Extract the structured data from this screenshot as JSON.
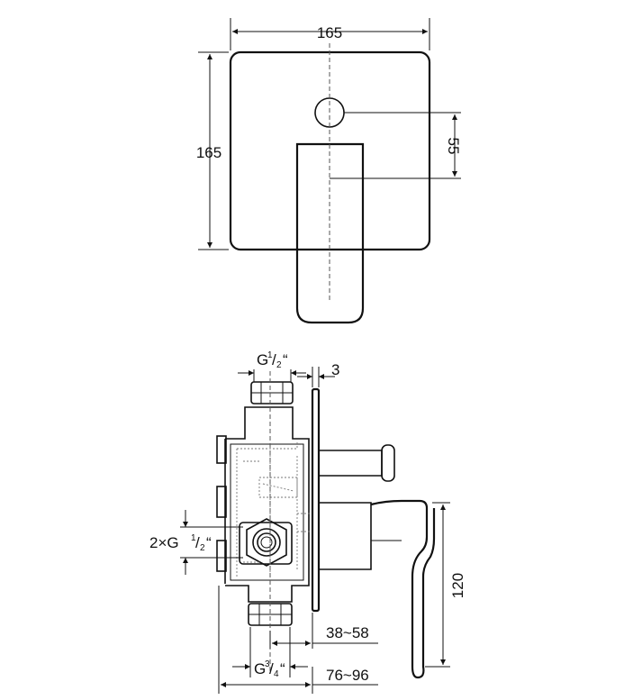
{
  "front_view": {
    "width_label": "165",
    "height_label": "165",
    "spacing_label": "55"
  },
  "side_view": {
    "outlet_thread": {
      "base": "G",
      "num": "1",
      "den": "2",
      "suffix": "“"
    },
    "plate_thickness_label": "3",
    "inlets": {
      "prefix": "2×G",
      "num": "1",
      "den": "2",
      "suffix": "“"
    },
    "handle_height_label": "120",
    "depth_min_label": "38~58",
    "bottom_thread": {
      "base": "G",
      "num": "3",
      "den": "4",
      "suffix": "“"
    },
    "depth_max_label": "76~96"
  }
}
